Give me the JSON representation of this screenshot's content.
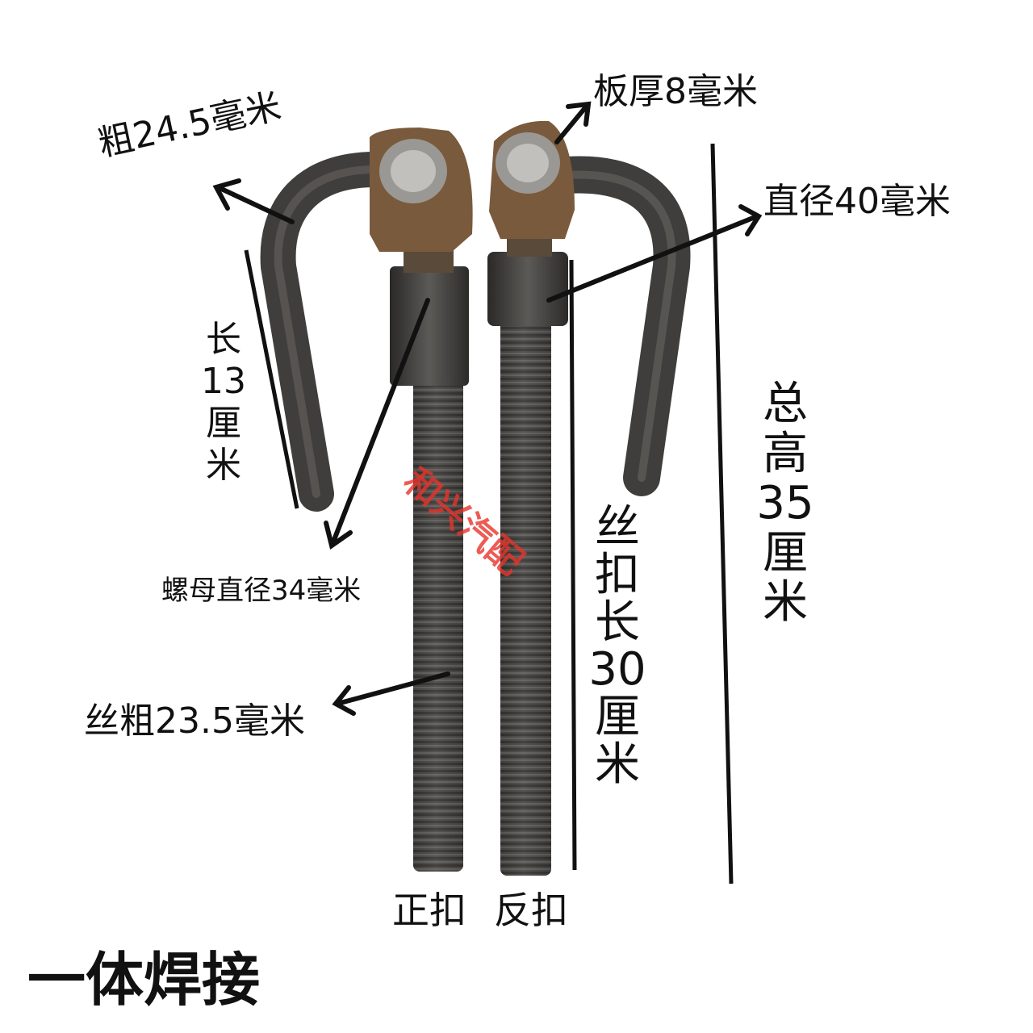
{
  "labels": {
    "thickness": "粗24.5毫米",
    "plate": "板厚8毫米",
    "diameter": "直径40毫米",
    "length": [
      "长",
      "13",
      "厘",
      "米"
    ],
    "nut": "螺母直径34毫米",
    "thread_dia": "丝粗23.5毫米",
    "thread_len": [
      "丝",
      "扣",
      "长",
      "30",
      "厘",
      "米"
    ],
    "total": [
      "总",
      "高",
      "35",
      "厘",
      "米"
    ],
    "right_hand": "正扣",
    "left_hand": "反扣",
    "welded": "一体焊接"
  },
  "watermark": "和兴汽配",
  "colors": {
    "watermark": "#e8342b",
    "metal": "#4b4a48",
    "rust": "#7a5a3c",
    "line": "#111111"
  }
}
